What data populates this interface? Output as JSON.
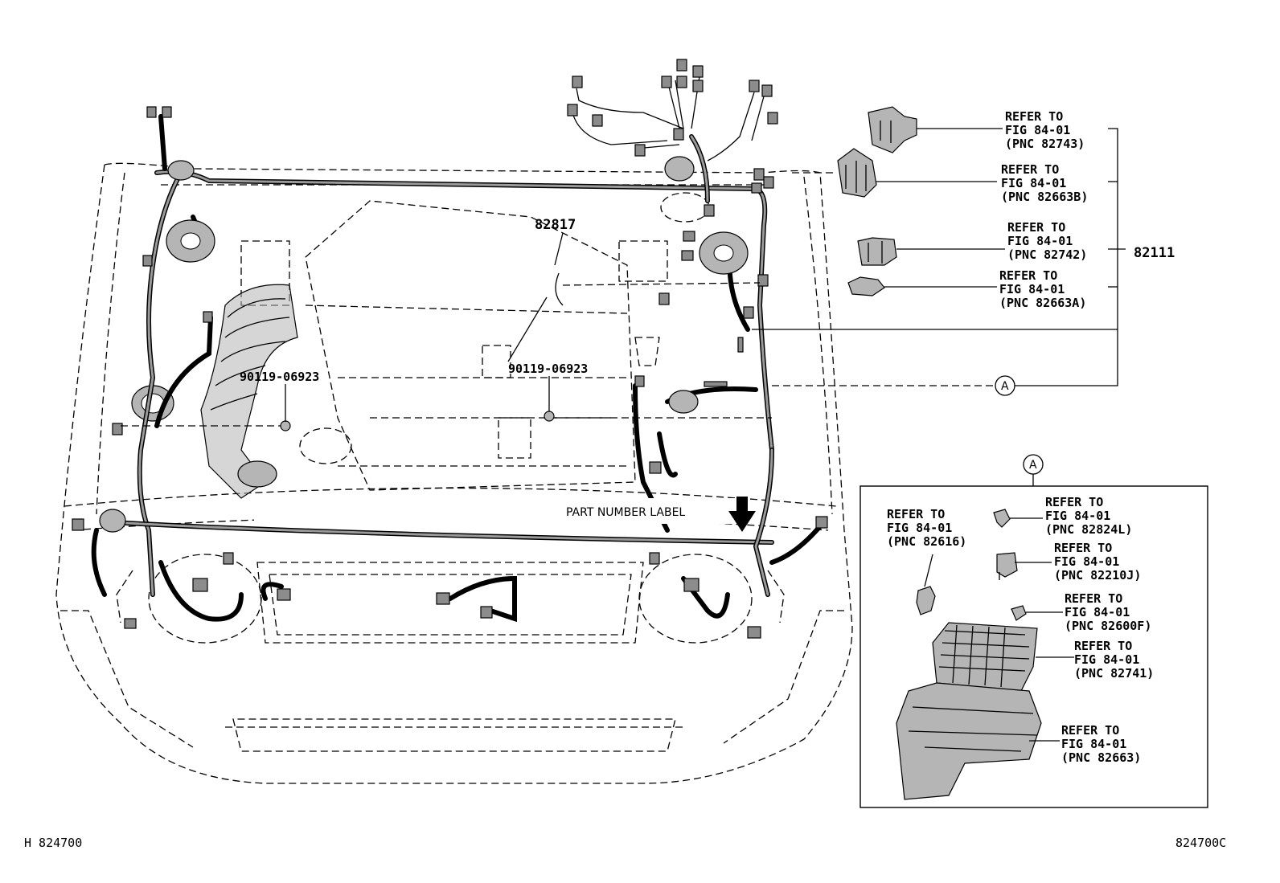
{
  "colors": {
    "line": "#000000",
    "fill": "#b5b5b5",
    "connector": "#8c8c8c",
    "background": "#ffffff"
  },
  "callouts": {
    "p82817": "82817",
    "bolt_left": "90119-06923",
    "bolt_center": "90119-06923",
    "main_assy": "82111",
    "part_number_label": "PART NUMBER LABEL",
    "ref_a_main": "A",
    "ref_a_inset": "A"
  },
  "refer_main": [
    {
      "l1": "REFER TO",
      "l2": "FIG 84-01",
      "l3": "(PNC 82743)"
    },
    {
      "l1": "REFER TO",
      "l2": "FIG 84-01",
      "l3": "(PNC 82663B)"
    },
    {
      "l1": "REFER TO",
      "l2": "FIG 84-01",
      "l3": "(PNC 82742)"
    },
    {
      "l1": "REFER TO",
      "l2": "FIG 84-01",
      "l3": "(PNC 82663A)"
    }
  ],
  "refer_inset": [
    {
      "l1": "REFER TO",
      "l2": "FIG 84-01",
      "l3": "(PNC 82824L)"
    },
    {
      "l1": "REFER TO",
      "l2": "FIG 84-01",
      "l3": "(PNC 82616)"
    },
    {
      "l1": "REFER TO",
      "l2": "FIG 84-01",
      "l3": "(PNC 82210J)"
    },
    {
      "l1": "REFER TO",
      "l2": "FIG 84-01",
      "l3": "(PNC 82600F)"
    },
    {
      "l1": "REFER TO",
      "l2": "FIG 84-01",
      "l3": "(PNC 82741)"
    },
    {
      "l1": "REFER TO",
      "l2": "FIG 84-01",
      "l3": "(PNC 82663)"
    }
  ],
  "footer": {
    "left": "H 824700",
    "right": "824700C"
  }
}
